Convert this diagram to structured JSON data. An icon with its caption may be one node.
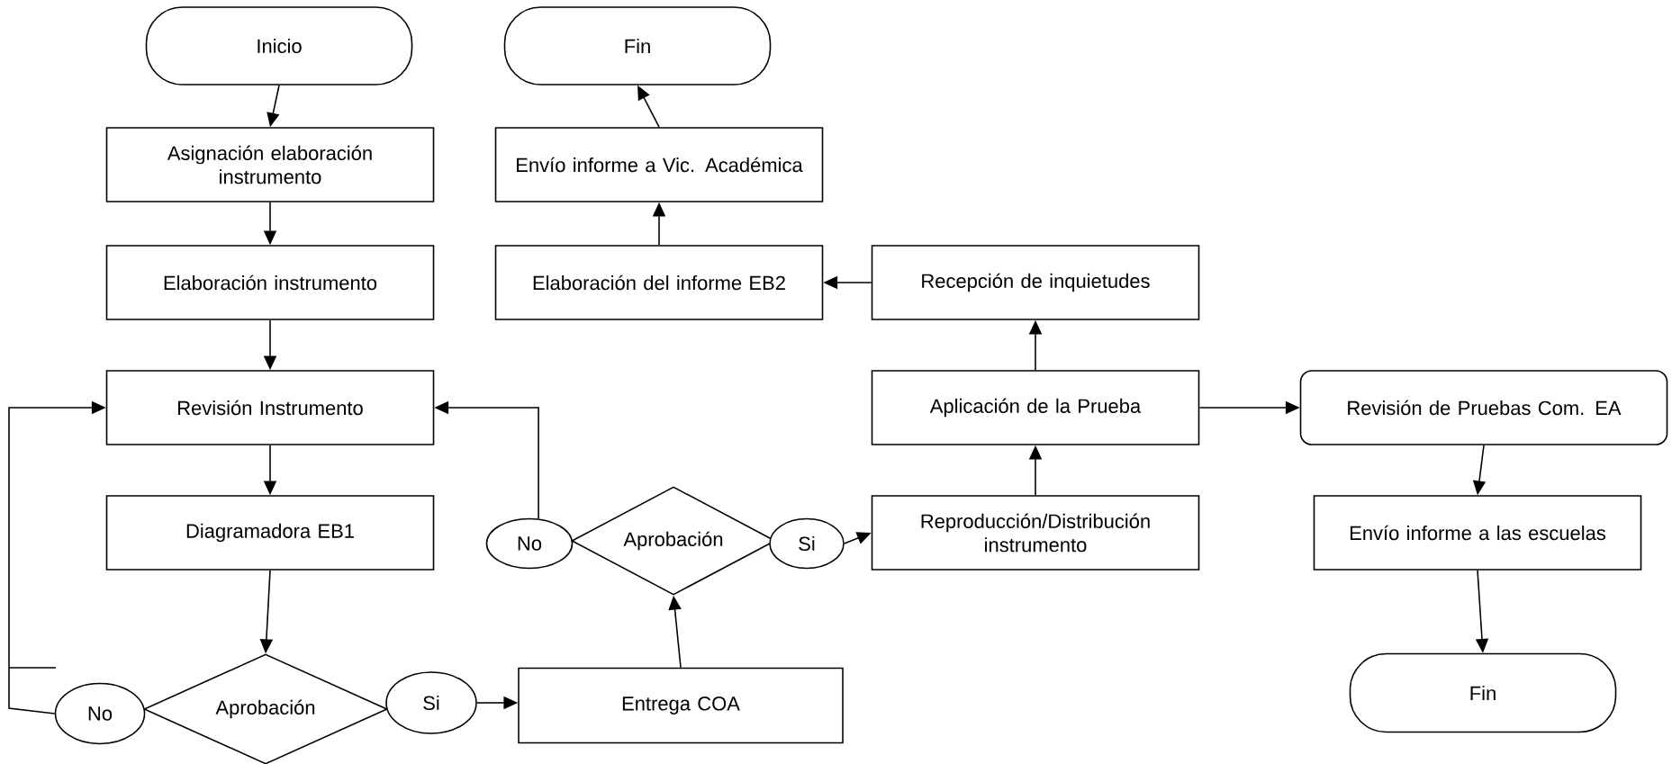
{
  "diagram": {
    "nodes": [
      {
        "text": [
          "Inicio"
        ]
      },
      {
        "text": [
          "Fin"
        ]
      },
      {
        "text": [
          "Asignación elaboración instrumento"
        ]
      },
      {
        "text": [
          "Envío informe a Vic. Académica"
        ]
      },
      {
        "text": [
          "Elaboración instrumento"
        ]
      },
      {
        "text": [
          "Elaboración del informe EB2"
        ]
      },
      {
        "text": [
          "Recepción de inquietudes"
        ]
      },
      {
        "text": [
          "Revisión Instrumento"
        ]
      },
      {
        "text": [
          "Aplicación de la Prueba"
        ]
      },
      {
        "text": [
          "Revisión de Pruebas Com. EA"
        ]
      },
      {
        "text": [
          "Diagramadora EB1"
        ]
      },
      {
        "text": [
          "No"
        ]
      },
      {
        "text": [
          "Aprobación"
        ]
      },
      {
        "text": [
          "Si"
        ]
      },
      {
        "text": [
          "Reproducción/Distribución instrumento"
        ]
      },
      {
        "text": [
          "Envío informe a las escuelas"
        ]
      },
      {
        "text": [
          "Aprobación"
        ]
      },
      {
        "text": [
          "No"
        ]
      },
      {
        "text": [
          "Si"
        ]
      },
      {
        "text": [
          "Entrega COA"
        ]
      },
      {
        "text": [
          "Fin"
        ]
      }
    ],
    "edges": [
      {
        "from": 0,
        "to": 2,
        "arrow": "to"
      },
      {
        "from": 2,
        "to": 4,
        "arrow": "to"
      },
      {
        "from": 4,
        "to": 7,
        "arrow": "to"
      },
      {
        "from": 7,
        "to": 10,
        "arrow": "to"
      },
      {
        "from": 10,
        "to": 16,
        "arrow": "to"
      },
      {
        "from": 17,
        "to": 7,
        "arrow": "to"
      },
      {
        "from": 18,
        "to": 19,
        "arrow": "to"
      },
      {
        "from": 19,
        "to": 12,
        "arrow": "to"
      },
      {
        "from": 11,
        "to": 7,
        "arrow": "to"
      },
      {
        "from": 13,
        "to": 14,
        "arrow": "to"
      },
      {
        "from": 14,
        "to": 8,
        "arrow": "to"
      },
      {
        "from": 8,
        "to": 6,
        "arrow": "to"
      },
      {
        "from": 6,
        "to": 5,
        "arrow": "to"
      },
      {
        "from": 5,
        "to": 3,
        "arrow": "to"
      },
      {
        "from": 3,
        "to": 1,
        "arrow": "to"
      },
      {
        "from": 8,
        "to": 9,
        "arrow": "to"
      },
      {
        "from": 9,
        "to": 15,
        "arrow": "to"
      },
      {
        "from": 15,
        "to": 20,
        "arrow": "to"
      }
    ]
  }
}
